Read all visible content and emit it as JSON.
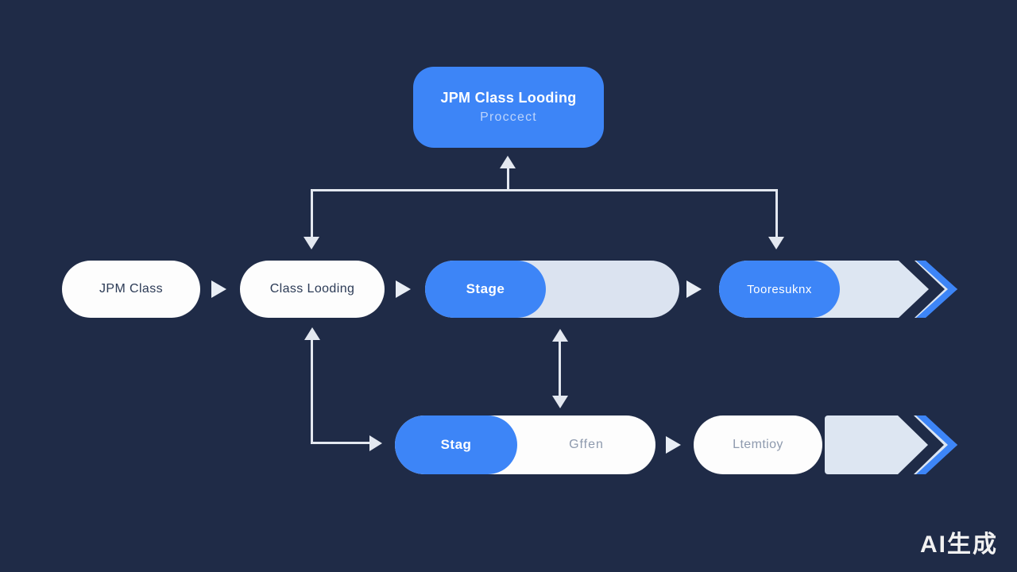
{
  "title_box": {
    "title": "JPM Class Looding",
    "subtitle": "Proccect"
  },
  "row1": {
    "pill1": "JPM Class",
    "pill2": "Class Looding",
    "pill3": "Stage",
    "pill4": "Tooresuknx"
  },
  "row2": {
    "pill1_left": "Stag",
    "pill1_right": "Gffen",
    "pill2": "Ltemtioy"
  },
  "watermark": "AI生成",
  "colors": {
    "background": "#1f2b47",
    "accent_blue": "#3d85f7",
    "band_light": "#dde6f2",
    "pill_white": "#fdfdfd",
    "connector_light": "#e3e8f0",
    "text_dark": "#2c3b56",
    "text_muted": "#8e9aae"
  }
}
